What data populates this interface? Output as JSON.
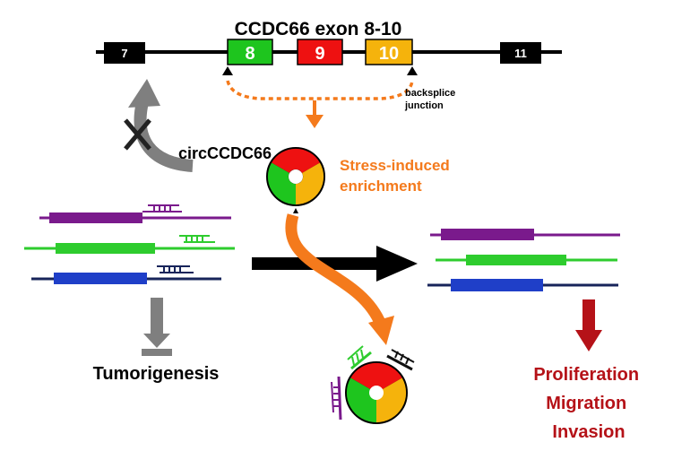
{
  "colors": {
    "exon_black": "#000000",
    "exon8": "#1ec51e",
    "exon9": "#ee1111",
    "exon10": "#f5b30c",
    "orange": "#f47a1c",
    "gray": "#7f7f7f",
    "purple": "#7a1a8c",
    "green": "#2ecc2e",
    "blue": "#1f3fc8",
    "navy": "#17245a",
    "dark_red": "#b51218"
  },
  "gene": {
    "title": "CCDC66 exon 8-10",
    "exons": [
      "7",
      "8",
      "9",
      "10",
      "11"
    ]
  },
  "labels": {
    "backsplice_line1": "backsplice",
    "backsplice_line2": "junction",
    "circ_name": "circCCDC66",
    "stress_line1": "Stress-induced",
    "stress_line2": "enrichment",
    "tumorigenesis": "Tumorigenesis",
    "outcomes": [
      "Proliferation",
      "Migration",
      "Invasion"
    ]
  },
  "icons": {
    "blocked": "x-mark-icon"
  }
}
